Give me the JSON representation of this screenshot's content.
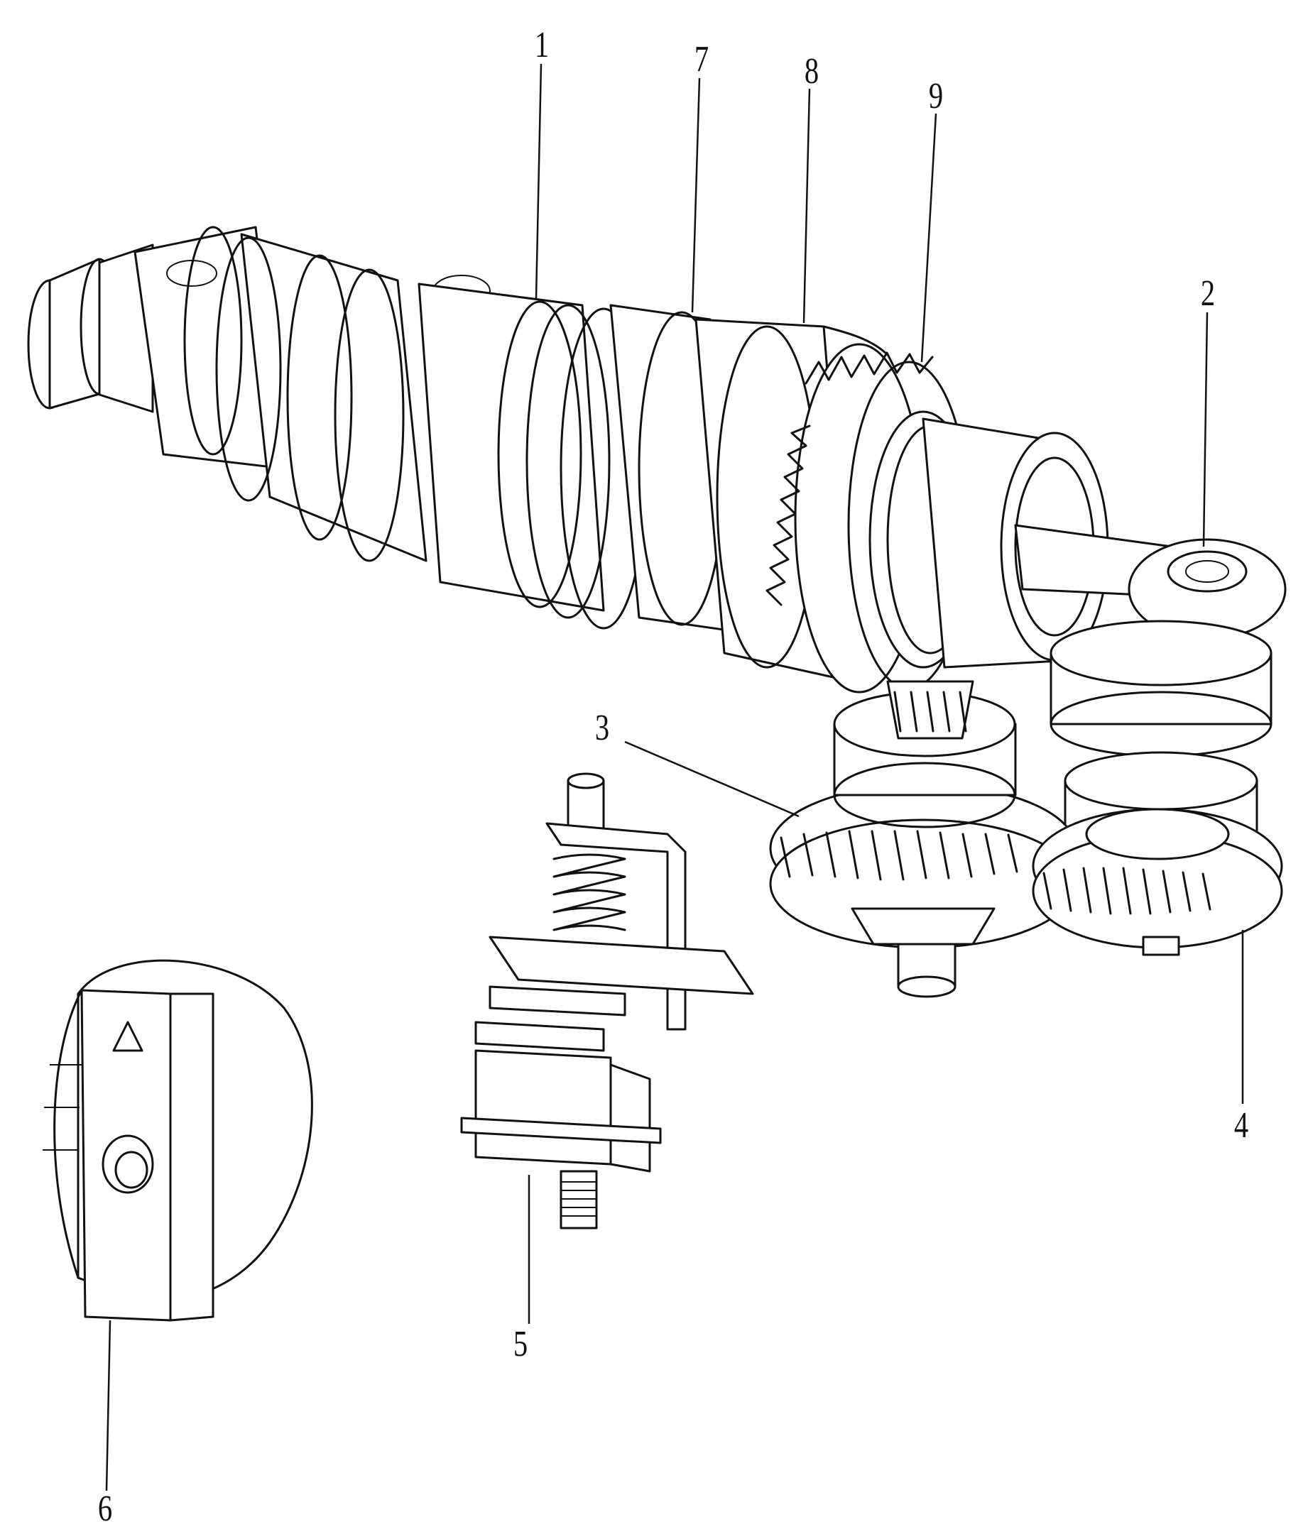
{
  "diagram": {
    "reference_labels": [
      {
        "id": "label-1",
        "text": "1"
      },
      {
        "id": "label-7",
        "text": "7"
      },
      {
        "id": "label-8",
        "text": "8"
      },
      {
        "id": "label-9",
        "text": "9"
      },
      {
        "id": "label-2",
        "text": "2"
      },
      {
        "id": "label-3",
        "text": "3"
      },
      {
        "id": "label-4",
        "text": "4"
      },
      {
        "id": "label-5",
        "text": "5"
      },
      {
        "id": "label-6",
        "text": "6"
      }
    ],
    "knob_symbol": "triangle-icon"
  }
}
